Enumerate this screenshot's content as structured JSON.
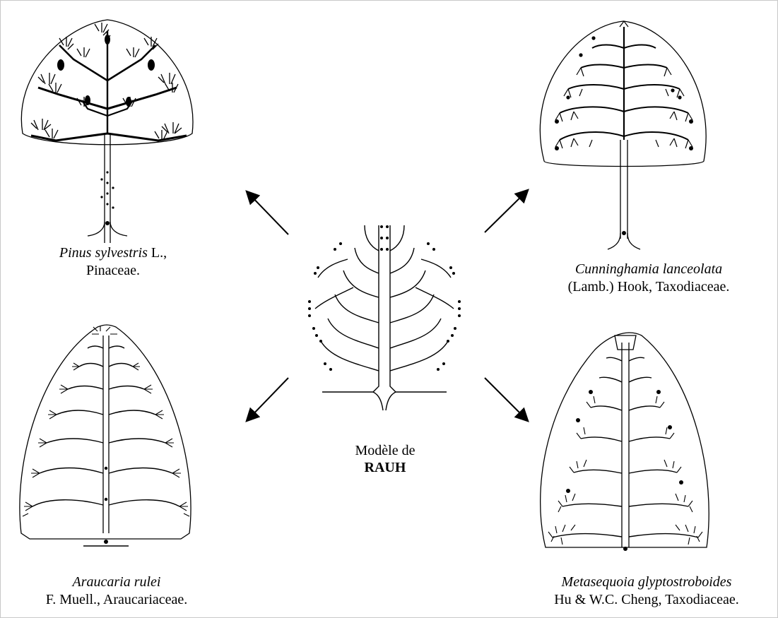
{
  "center": {
    "line1": "Modèle de",
    "line2": "RAUH"
  },
  "pinus": {
    "species": "Pinus sylvestris",
    "author": " L.,",
    "family": "Pinaceae."
  },
  "cunninghamia": {
    "species": "Cunninghamia lanceolata",
    "line2": "(Lamb.) Hook, Taxodiaceae."
  },
  "araucaria": {
    "species": "Araucaria rulei",
    "line2": "F. Muell., Araucariaceae."
  },
  "metasequoia": {
    "species": "Metasequoia glyptostroboides",
    "line2": "Hu & W.C. Cheng, Taxodiaceae."
  }
}
